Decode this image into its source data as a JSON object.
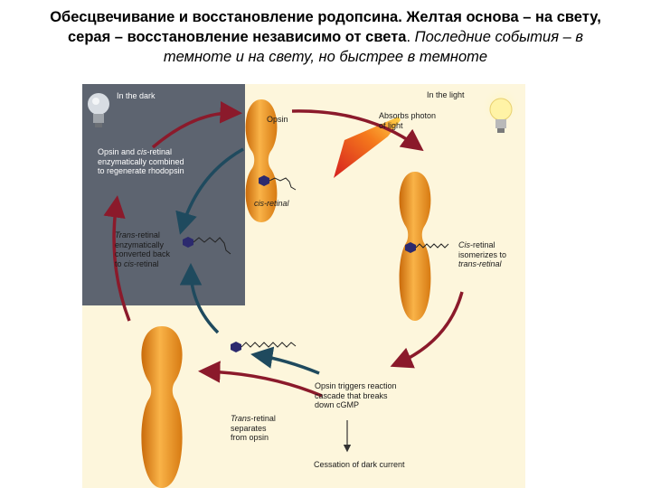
{
  "title": {
    "line1": "Обесцвечивание и восстановление родопсина. Желтая основа – на свету,",
    "line2_bold": "серая – восстановление независимо от света",
    "line2_plain": ". ",
    "line2_italic": "Последние события – в",
    "line3_italic": "темноте и на свету, но быстрее в темноте"
  },
  "diagram": {
    "in_dark": "In the dark",
    "in_light": "In the light",
    "opsin": "Opsin",
    "cis_retinal_top": "cis-retinal",
    "absorbs_photon": "Absorbs photon\nof light",
    "cis_isomerizes_a": "Cis",
    "cis_isomerizes_b": "-retinal\nisomerizes to",
    "cis_isomerizes_c": "trans-retinal",
    "opsin_cascade": "Opsin triggers reaction\ncascade that breaks\ndown cGMP",
    "cessation": "Cessation of dark current",
    "trans_separates_a": "Trans",
    "trans_separates_b": "-retinal\nseparates\nfrom opsin",
    "trans_converted_a": "Trans",
    "trans_converted_b": "-retinal\nenzymatically\nconverted back\nto ",
    "trans_converted_c": "cis",
    "trans_converted_d": "-retinal",
    "opsin_combined_a": "Opsin and ",
    "opsin_combined_b": "cis",
    "opsin_combined_c": "-retinal\nenzymatically combined\nto regenerate rhodopsin"
  },
  "colors": {
    "dark_panel": "#5d6470",
    "light_bg": "#fdf6dc",
    "opsin_orange": "#f3941e",
    "arrow_red": "#8b1a2b",
    "arrow_teal": "#1f4a5e",
    "retinal_blue": "#2c2a6e"
  },
  "icons": [
    "dark-bulb-icon",
    "light-bulb-icon",
    "photon-cone-icon"
  ]
}
